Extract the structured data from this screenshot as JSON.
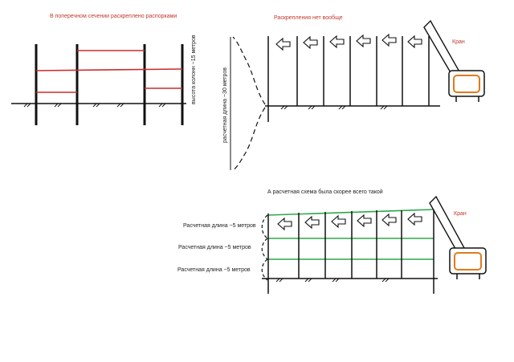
{
  "labels": {
    "cross_section_title": "В поперечном сечении раскреплено распорками",
    "column_height": "высота колонн ~15 метров",
    "no_bracing_title": "Раскрепления нет вообще",
    "design_length_30": "расчетная длина ~30 метров",
    "crane_top": "Кран",
    "scheme_title": "А расчетная схема была скорее всего такой",
    "design_length_5_a": "Расчетная длина ~5 метров",
    "design_length_5_b": "Расчетная длина ~5 метров",
    "design_length_5_c": "Расчетная длина ~5 метров",
    "crane_bottom": "Кран"
  },
  "colors": {
    "ink": "#111111",
    "strut": "#cc2b2b",
    "brace": "#2ea84a",
    "crane_cab": "#e07b1a",
    "title": "#c0392b"
  }
}
